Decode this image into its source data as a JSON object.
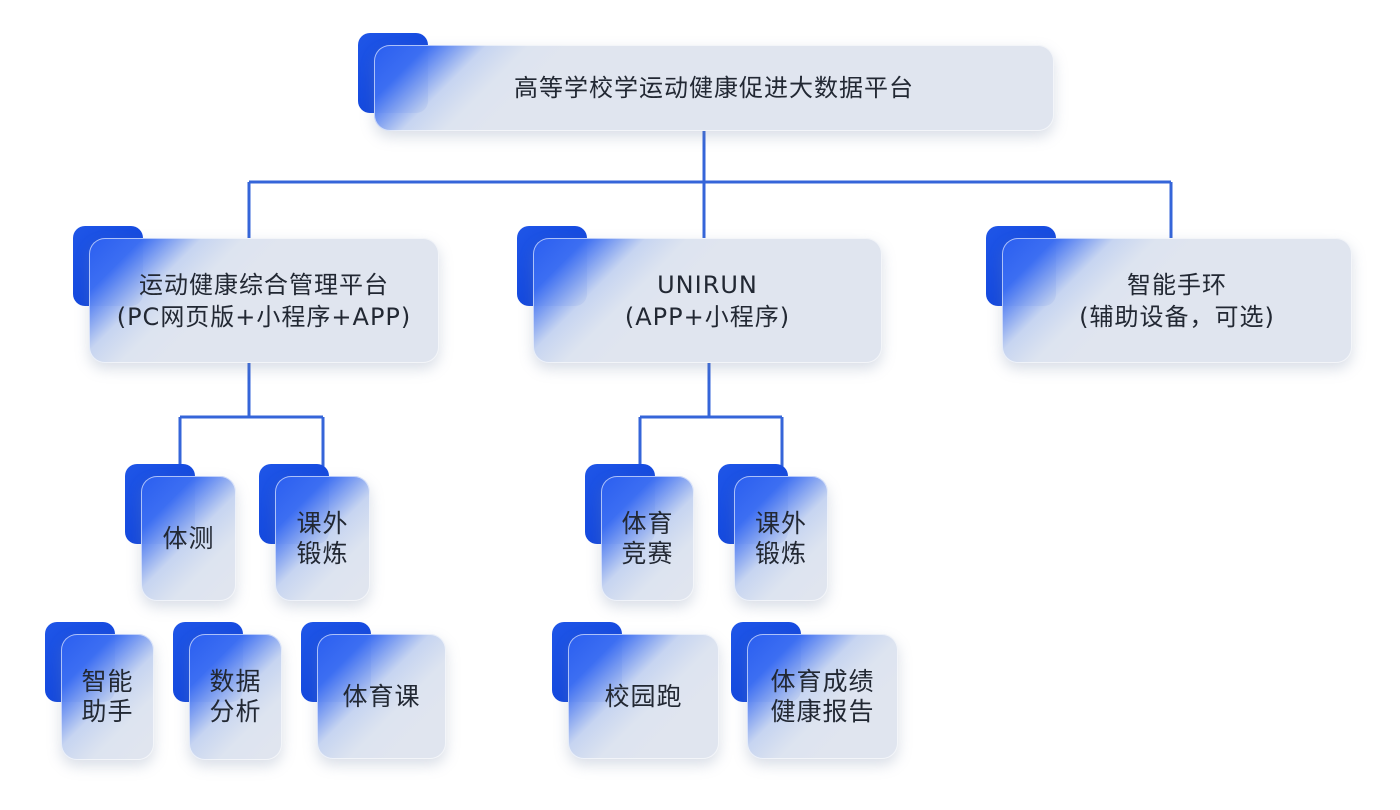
{
  "diagram": {
    "line_color": "#3565d9",
    "root": {
      "label": "高等学校学运动健康促进大数据平台"
    },
    "branches": [
      {
        "label": "运动健康综合管理平台\n(PC网页版+小程序+APP)",
        "children": [
          {
            "label": "体测"
          },
          {
            "label": "课外\n锻炼"
          },
          {
            "label": "智能\n助手"
          },
          {
            "label": "数据\n分析"
          },
          {
            "label": "体育课"
          }
        ]
      },
      {
        "label": "UNIRUN\n(APP+小程序)",
        "children": [
          {
            "label": "体育\n竞赛"
          },
          {
            "label": "课外\n锻炼"
          },
          {
            "label": "校园跑"
          },
          {
            "label": "体育成绩\n健康报告"
          }
        ]
      },
      {
        "label": "智能手环\n(辅助设备，可选)",
        "children": []
      }
    ]
  }
}
